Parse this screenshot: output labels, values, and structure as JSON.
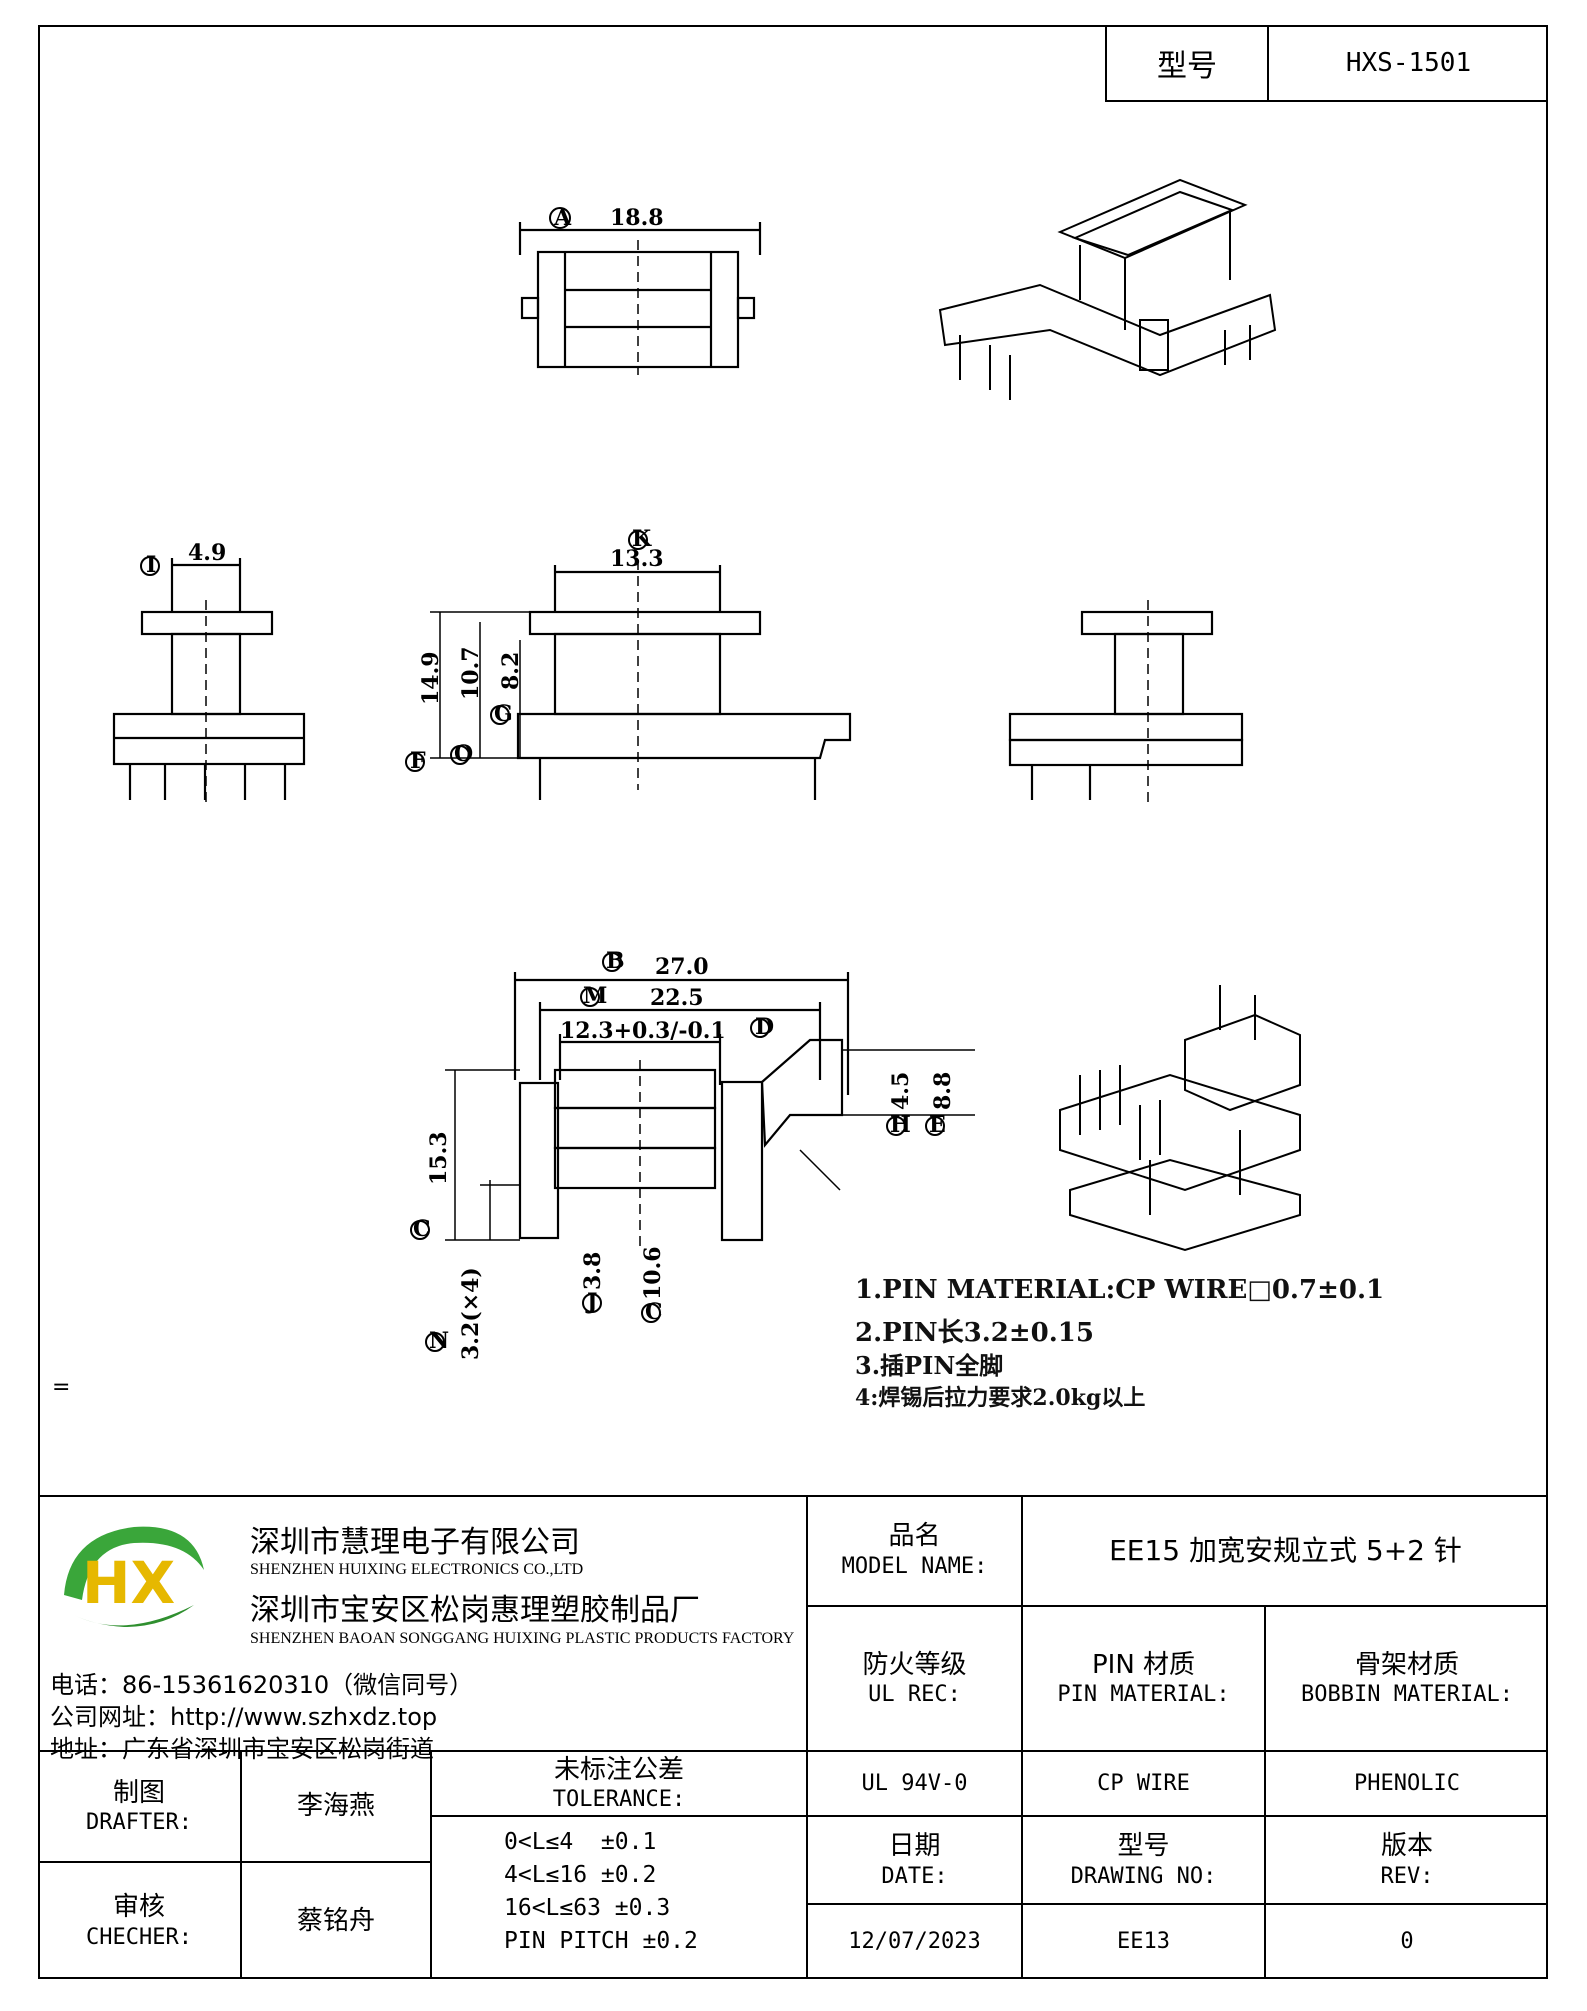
{
  "header": {
    "model_label": "型号",
    "model_value": "HXS-1501"
  },
  "dimensions": {
    "A": "18.8",
    "I": "4.9",
    "K": "13.3",
    "h1": "14.9",
    "h2": "10.7",
    "h3": "8.2",
    "B": "27.0",
    "M": "22.5",
    "C_top": "12.3+0.3/-0.1",
    "h4": "15.3",
    "p1": "4.5",
    "p2": "8.8",
    "d1": "3.8",
    "d2": "10.6",
    "pitch": "3.2(×4)"
  },
  "circle_labels": {
    "A": "A",
    "I": "I",
    "K": "K",
    "G": "G",
    "F": "F",
    "O": "O",
    "B": "B",
    "M": "M",
    "D": "D",
    "E": "E",
    "H": "H",
    "J": "J",
    "C": "C",
    "N": "N"
  },
  "notes": [
    "1.PIN MATERIAL:CP WIRE□0.7±0.1",
    "2.PIN长3.2±0.15",
    "3.插PIN全脚",
    "4:焊锡后拉力要求2.0kg以上"
  ],
  "stray_mark": "=",
  "company": {
    "logo_letters": "HX",
    "name_cn": "深圳市慧理电子有限公司",
    "name_en": "SHENZHEN HUIXING ELECTRONICS CO.,LTD",
    "factory_cn": "深圳市宝安区松岗惠理塑胶制品厂",
    "factory_en": "SHENZHEN BAOAN SONGGANG HUIXING PLASTIC PRODUCTS FACTORY",
    "phone": "电话：86-15361620310（微信同号）",
    "website": "公司网址：http://www.szhxdz.top",
    "address": "地址：广东省深圳市宝安区松岗街道"
  },
  "title_block": {
    "model_name_cn": "品名",
    "model_name_en": "MODEL NAME:",
    "model_name_value": "EE15 加宽安规立式 5+2 针",
    "ul_cn": "防火等级",
    "ul_en": "UL REC:",
    "ul_value": "UL 94V-0",
    "pin_cn": "PIN 材质",
    "pin_en": "PIN MATERIAL:",
    "pin_value": "CP WIRE",
    "bobbin_cn": "骨架材质",
    "bobbin_en": "BOBBIN MATERIAL:",
    "bobbin_value": "PHENOLIC",
    "drafter_cn": "制图",
    "drafter_en": "DRAFTER:",
    "drafter_value": "李海燕",
    "checker_cn": "审核",
    "checker_en": "CHECHER:",
    "checker_value": "蔡铭舟",
    "tolerance_cn": "未标注公差",
    "tolerance_en": "TOLERANCE:",
    "tolerances": [
      "0<L≤4  ±0.1",
      "4<L≤16 ±0.2",
      "16<L≤63 ±0.3",
      "PIN PITCH ±0.2"
    ],
    "date_cn": "日期",
    "date_en": "DATE:",
    "date_value": "12/07/2023",
    "drawing_cn": "型号",
    "drawing_en": "DRAWING NO:",
    "drawing_value": "EE13",
    "rev_cn": "版本",
    "rev_en": "REV:",
    "rev_value": "0"
  }
}
